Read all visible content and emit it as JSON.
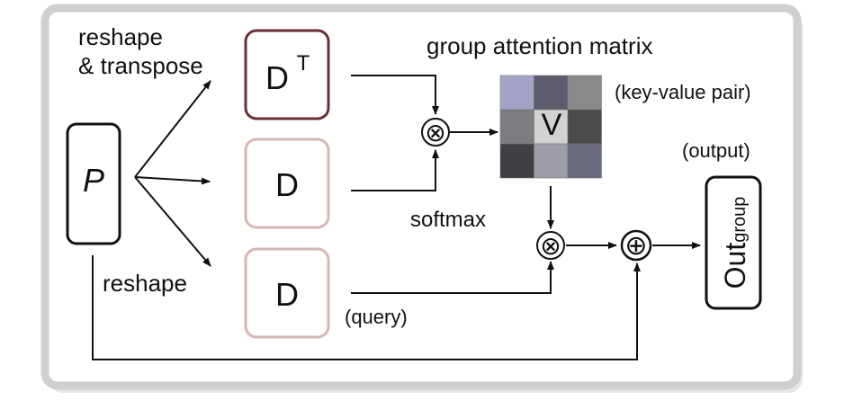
{
  "labels": {
    "reshape_transpose_line1": "reshape",
    "reshape_transpose_line2": "& transpose",
    "reshape": "reshape",
    "group_attention_matrix": "group attention matrix",
    "key_value_pair": "(key-value pair)",
    "softmax": "softmax",
    "query": "(query)",
    "output": "(output)"
  },
  "nodes": {
    "p": "P",
    "dt_base": "D",
    "dt_sup": "T",
    "d_mid": "D",
    "d_bot": "D",
    "out_base": "Out",
    "out_sub": "group",
    "v": "V"
  },
  "operators": {
    "multiply": "⊗",
    "add": "⊕"
  },
  "colors": {
    "frame": "#cfcfcf",
    "dt_border": "#6b2f37",
    "d_border": "#d6b6b3",
    "black": "#111111",
    "matrix_cells": [
      "#a3a3c6",
      "#5b5b6b",
      "#8a8a8a",
      "#7c7c82",
      "#d2d2d2",
      "#4a4a4a",
      "#3f3f44",
      "#9d9da8",
      "#6a6a7e"
    ]
  }
}
